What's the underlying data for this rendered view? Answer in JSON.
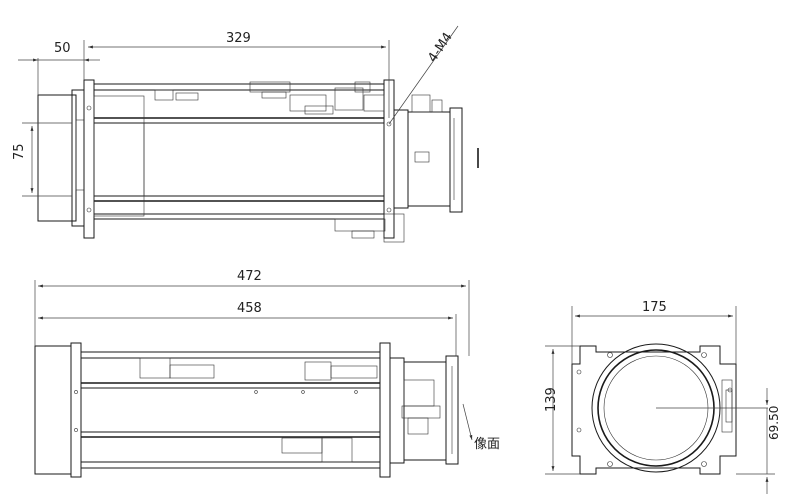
{
  "dimensions": {
    "top_flange": "50",
    "top_length": "329",
    "top_height": "75",
    "hole_note": "4-M4",
    "side_overall": "472",
    "side_body": "458",
    "image_plane": "像面",
    "front_width": "175",
    "front_height": "139",
    "front_center": "69.50"
  }
}
